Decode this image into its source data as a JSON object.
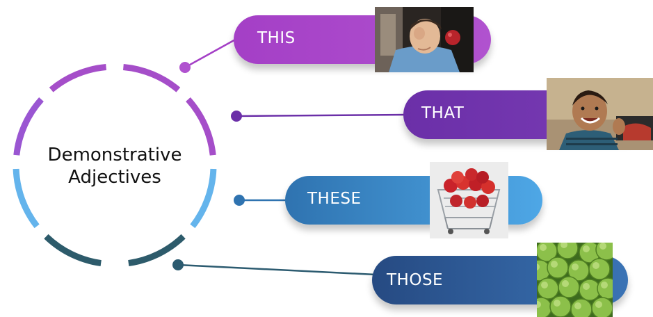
{
  "center": {
    "line1": "Demonstrative",
    "line2": "Adjectives"
  },
  "items": [
    {
      "label": "THIS",
      "color": "#a43fc6",
      "image": "boy-with-apple-photo"
    },
    {
      "label": "THAT",
      "color": "#6b2fa8",
      "image": "smiling-boy-photo"
    },
    {
      "label": "THESE",
      "color": "#2f73b0",
      "image": "apples-in-cart-photo"
    },
    {
      "label": "THOSE",
      "color": "#2c4f86",
      "image": "green-apples-photo"
    }
  ],
  "colors": {
    "ring_top": "#a54ec9",
    "ring_mid": "#64b4ec",
    "ring_bottom": "#2d5b6b"
  }
}
